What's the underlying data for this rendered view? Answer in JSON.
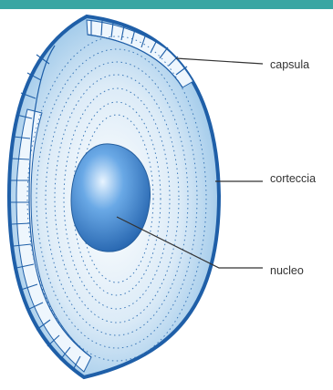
{
  "labels": {
    "capsula": "capsula",
    "corteccia": "corteccia",
    "nucleo": "nucleo"
  },
  "colors": {
    "top_bar": "#3aa6a3",
    "capsule_stroke": "#1f5fa8",
    "cortex_fill": "#dcebf7",
    "nucleus_fill": "#2f78c4",
    "leader_line": "#333333"
  },
  "icons": {
    "lens": "lens-cross-section-icon"
  }
}
